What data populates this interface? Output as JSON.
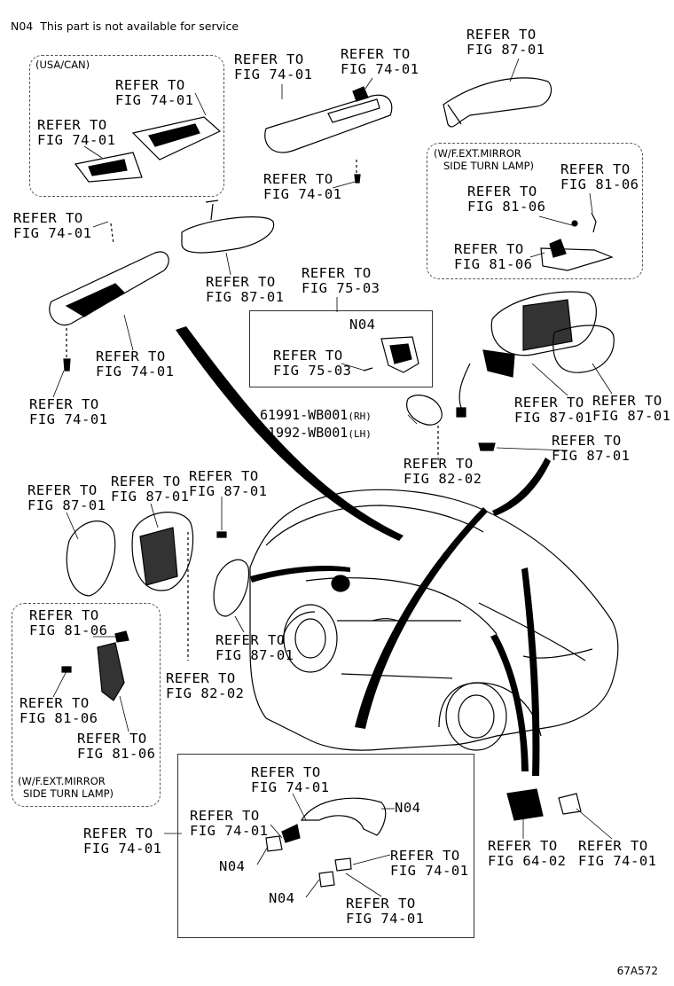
{
  "header_note": "N04  This part is not available for service",
  "figure_id": "67A572",
  "ref_prefix": "REFER TO",
  "labels": [
    {
      "id": "l1",
      "fig": "FIG 74-01"
    },
    {
      "id": "l2",
      "fig": "FIG 74-01"
    },
    {
      "id": "l3",
      "fig": "FIG 74-01"
    },
    {
      "id": "l4",
      "fig": "FIG 74-01"
    },
    {
      "id": "l5",
      "fig": "FIG 87-01"
    },
    {
      "id": "l6",
      "fig": "FIG 74-01"
    },
    {
      "id": "l7",
      "fig": "FIG 81-06"
    },
    {
      "id": "l8",
      "fig": "FIG 81-06"
    },
    {
      "id": "l9",
      "fig": "FIG 81-06"
    },
    {
      "id": "l10",
      "fig": "FIG 74-01"
    },
    {
      "id": "l11",
      "fig": "FIG 74-01"
    },
    {
      "id": "l12",
      "fig": "FIG 87-01"
    },
    {
      "id": "l13",
      "fig": "FIG 75-03"
    },
    {
      "id": "l14",
      "fig": "FIG 74-01"
    },
    {
      "id": "l15",
      "fig": "FIG 75-03"
    },
    {
      "id": "l16",
      "fig": "FIG 87-01"
    },
    {
      "id": "l17",
      "fig": "FIG 87-01"
    },
    {
      "id": "l18",
      "fig": "FIG 87-01"
    },
    {
      "id": "l19",
      "fig": "FIG 82-02"
    },
    {
      "id": "l20",
      "fig": "FIG 87-01"
    },
    {
      "id": "l21",
      "fig": "FIG 87-01"
    },
    {
      "id": "l22",
      "fig": "FIG 87-01"
    },
    {
      "id": "l23",
      "fig": "FIG 87-01"
    },
    {
      "id": "l24",
      "fig": "FIG 82-02"
    },
    {
      "id": "l25",
      "fig": "FIG 81-06"
    },
    {
      "id": "l26",
      "fig": "FIG 81-06"
    },
    {
      "id": "l27",
      "fig": "FIG 81-06"
    },
    {
      "id": "l28",
      "fig": "FIG 74-01"
    },
    {
      "id": "l29",
      "fig": "FIG 74-01"
    },
    {
      "id": "l30",
      "fig": "FIG 74-01"
    },
    {
      "id": "l31",
      "fig": "FIG 74-01"
    },
    {
      "id": "l32",
      "fig": "FIG 74-01"
    },
    {
      "id": "l33",
      "fig": "FIG 64-02"
    },
    {
      "id": "l34",
      "fig": "FIG 74-01"
    }
  ],
  "part_numbers": {
    "rh": "61991-WB001",
    "rh_suffix": "(RH)",
    "lh": "61992-WB001",
    "lh_suffix": "(LH)"
  },
  "n04": "N04",
  "groups": {
    "usa_can": "(USA/CAN)",
    "turn_lamp_top_1": "(W/F.EXT.MIRROR",
    "turn_lamp_top_2": "SIDE TURN LAMP)",
    "turn_lamp_bottom_1": "(W/F.EXT.MIRROR",
    "turn_lamp_bottom_2": "SIDE TURN LAMP)"
  }
}
